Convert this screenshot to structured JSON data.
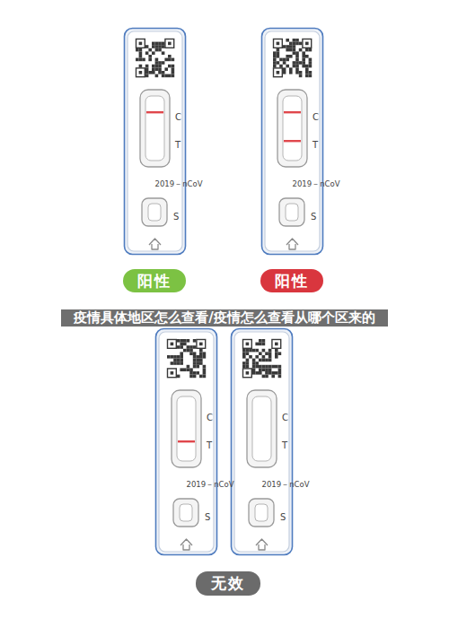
{
  "diagram": {
    "title": "疫情具体地区怎么查看/疫情怎么查看从哪个区来的",
    "nodes": [
      {
        "text": [
          "C",
          "T",
          "2019－nCoV",
          "S"
        ]
      },
      {
        "text": [
          "C",
          "T",
          "2019－nCoV",
          "S"
        ]
      },
      {
        "text": [
          "阳性"
        ]
      },
      {
        "text": [
          "阳性"
        ]
      },
      {
        "text": [
          "C",
          "T",
          "2019－nCoV",
          "S"
        ]
      },
      {
        "text": [
          "C",
          "T",
          "2019－nCoV",
          "S"
        ]
      },
      {
        "text": [
          "无效"
        ]
      }
    ]
  }
}
